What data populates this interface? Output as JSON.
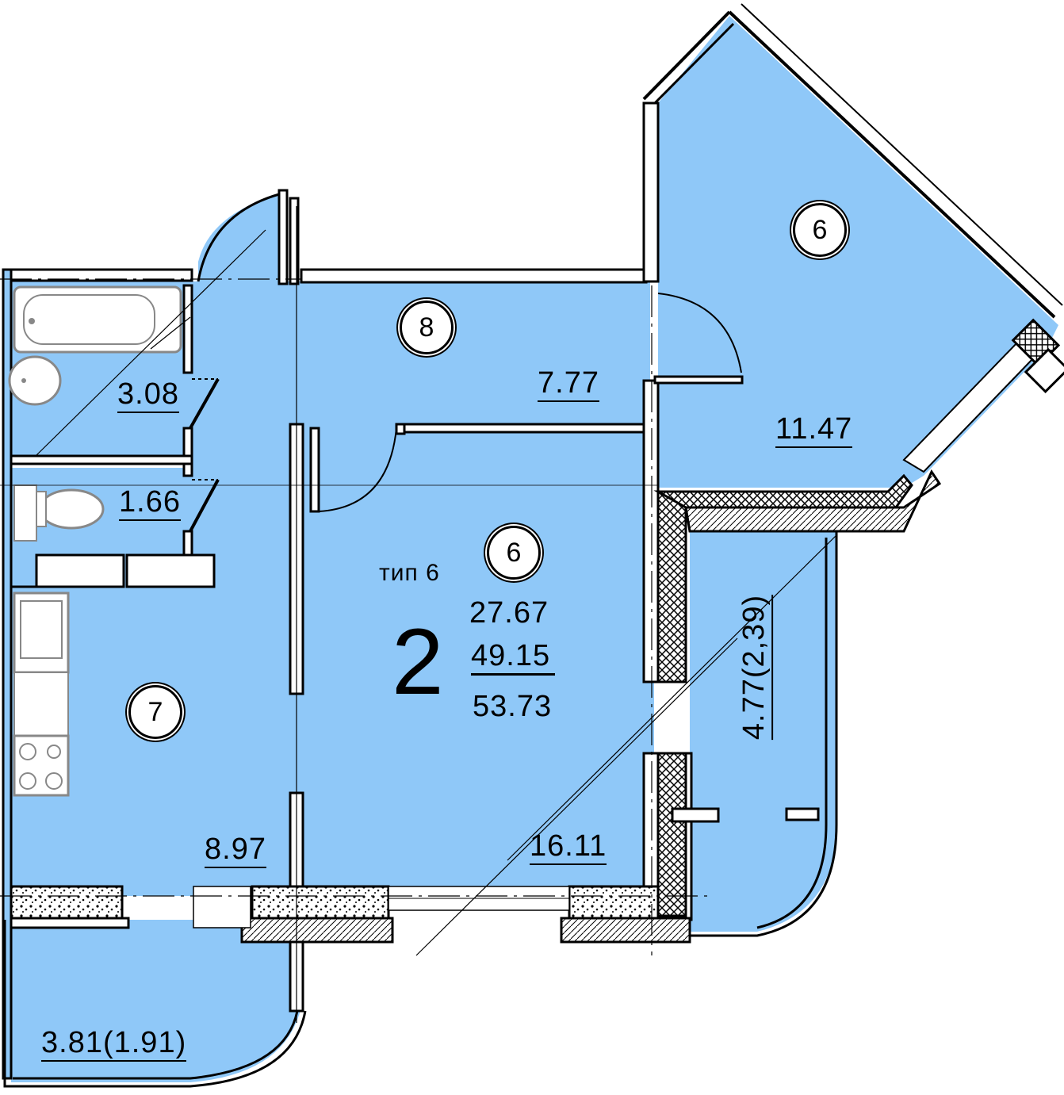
{
  "plan": {
    "type_label": "тип 6",
    "rooms_count": "2",
    "area_living": "27.67",
    "area_total": "49.15",
    "area_total_with_balconies": "53.73"
  },
  "rooms": {
    "bathroom": {
      "area": "3.08"
    },
    "toilet": {
      "area": "1.66"
    },
    "hall": {
      "area": "7.77",
      "code": "8"
    },
    "bedroom": {
      "area": "11.47",
      "code": "6"
    },
    "living_room": {
      "area": "16.11",
      "code": "6"
    },
    "kitchen": {
      "area": "8.97",
      "code": "7"
    },
    "balcony_left": {
      "area": "3.81(1.91)"
    },
    "balcony_right": {
      "area": "4.77(2,39)"
    }
  },
  "colors": {
    "room_fill": "#8fc8f8",
    "wall": "#000000",
    "background": "#ffffff"
  }
}
